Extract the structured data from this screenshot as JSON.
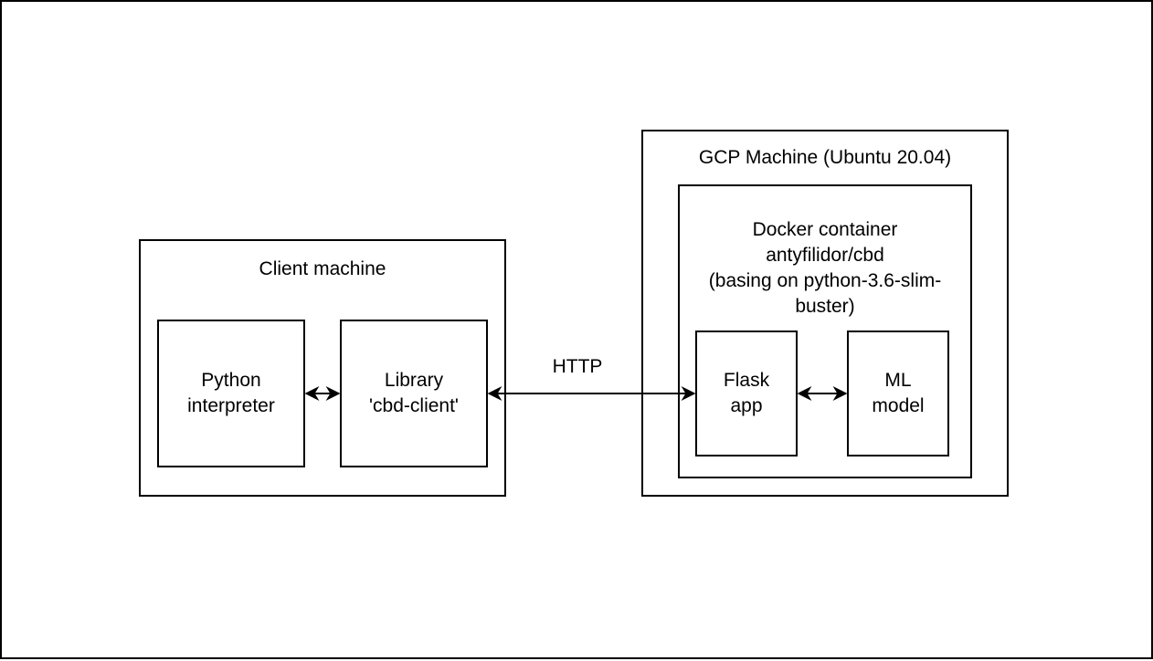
{
  "diagram": {
    "client_machine": {
      "title": "Client machine",
      "python_interpreter": "Python\ninterpreter",
      "library": "Library\n'cbd-client'"
    },
    "connection": {
      "label": "HTTP"
    },
    "gcp_machine": {
      "title": "GCP Machine (Ubuntu 20.04)",
      "docker_container": {
        "title": "Docker container\nantyfilidor/cbd\n(basing on python-3.6-slim-\nbuster)",
        "flask_app": "Flask\napp",
        "ml_model": "ML\nmodel"
      }
    }
  }
}
